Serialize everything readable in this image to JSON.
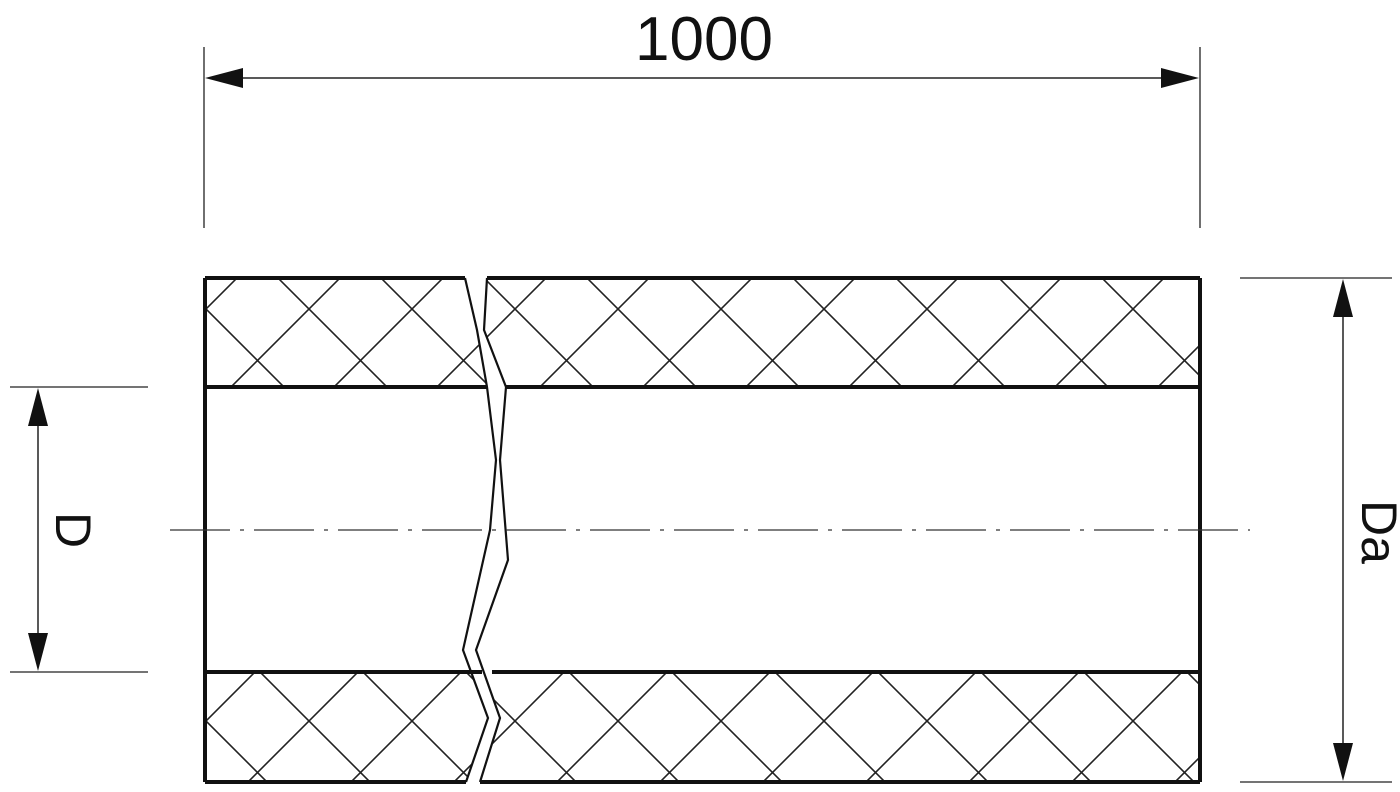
{
  "dimensions": {
    "length": {
      "label": "1000"
    },
    "inner_diameter": {
      "label": "D"
    },
    "outer_diameter": {
      "label": "Da"
    }
  }
}
